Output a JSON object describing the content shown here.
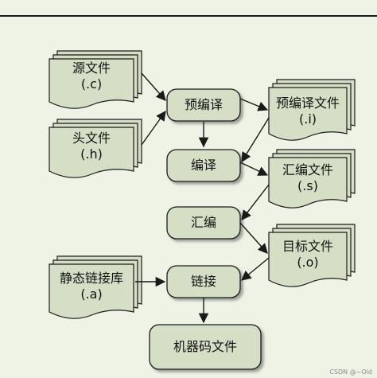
{
  "nodes": {
    "source": {
      "line1": "源文件",
      "line2": "(.c)"
    },
    "header": {
      "line1": "头文件",
      "line2": "(.h)"
    },
    "static_lib": {
      "line1": "静态链接库",
      "line2": "(.a)"
    },
    "preprocess": {
      "label": "预编译"
    },
    "compile": {
      "label": "编译"
    },
    "assemble": {
      "label": "汇编"
    },
    "link": {
      "label": "链接"
    },
    "pre_file": {
      "line1": "预编译文件",
      "line2": "(.i)"
    },
    "asm_file": {
      "line1": "汇编文件",
      "line2": "(.s)"
    },
    "obj_file": {
      "line1": "目标文件",
      "line2": "(.o)"
    },
    "machine_file": {
      "label": "机器码文件"
    }
  },
  "watermark": "CSDN @~Old",
  "colors": {
    "fill": "#d4dfc6",
    "stroke": "#1a1a1a",
    "background": "#eef3e6"
  }
}
